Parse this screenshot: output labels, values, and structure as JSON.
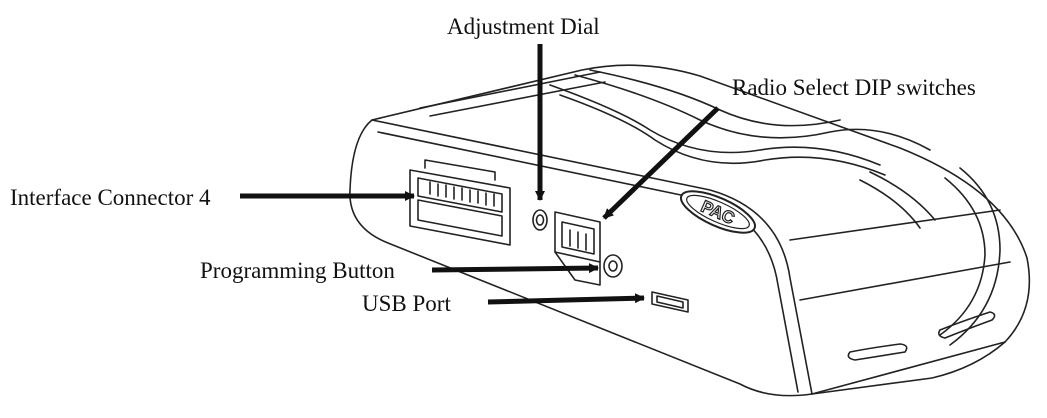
{
  "callouts": {
    "adjustment_dial": "Adjustment Dial",
    "radio_select_dip": "Radio Select DIP switches",
    "interface_connector": "Interface Connector 4",
    "programming_button": "Programming Button",
    "usb_port": "USB Port"
  },
  "logo": {
    "text": "PAC"
  },
  "colors": {
    "line": "#111111",
    "background": "#ffffff"
  }
}
